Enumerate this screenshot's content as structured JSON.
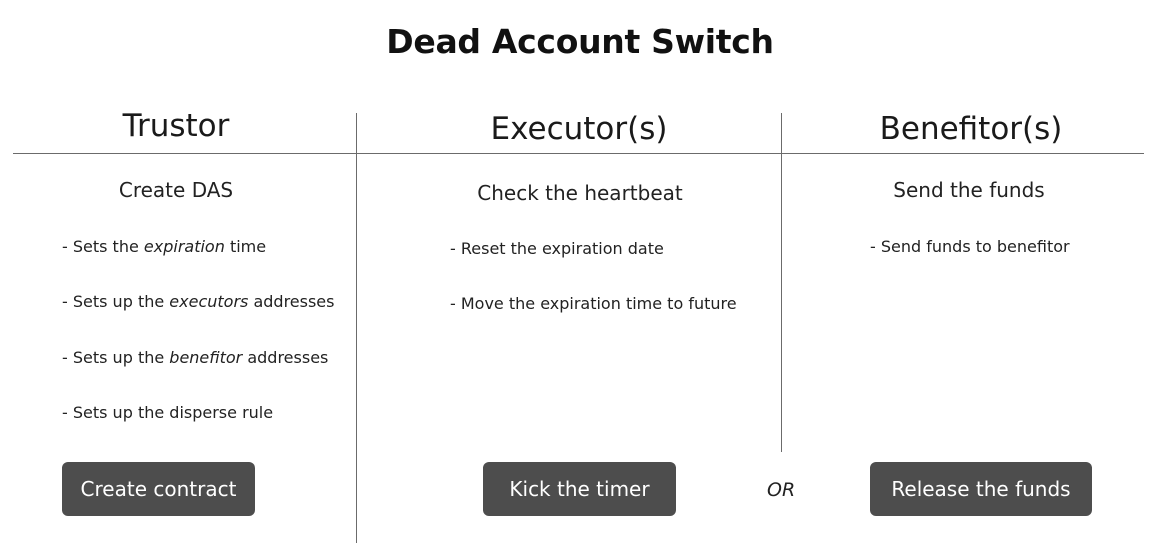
{
  "title": "Dead Account Switch",
  "columns": [
    {
      "heading": "Trustor",
      "subheading": "Create DAS",
      "items": [
        {
          "before": "- Sets the ",
          "em": "expiration",
          "after": " time"
        },
        {
          "before": "- Sets up the ",
          "em": "executors",
          "after": " addresses"
        },
        {
          "before": "- Sets up the ",
          "em": "benefitor",
          "after": " addresses"
        },
        {
          "before": "- Sets up the disperse rule",
          "em": "",
          "after": ""
        }
      ],
      "button": "Create contract"
    },
    {
      "heading": "Executor(s)",
      "subheading": "Check the heartbeat",
      "items": [
        {
          "before": "- Reset the expiration date",
          "em": "",
          "after": ""
        },
        {
          "before": "- Move the expiration time to future",
          "em": "",
          "after": ""
        }
      ],
      "button": "Kick the timer"
    },
    {
      "heading": "Benefitor(s)",
      "subheading": "Send the funds",
      "items": [
        {
          "before": "- Send funds to benefitor",
          "em": "",
          "after": ""
        }
      ],
      "button": "Release the funds"
    }
  ],
  "or_label": "OR",
  "colors": {
    "button_bg": "#4d4d4d",
    "button_text": "#ffffff",
    "line": "#6b6b6b",
    "text": "#1a1a1a"
  }
}
